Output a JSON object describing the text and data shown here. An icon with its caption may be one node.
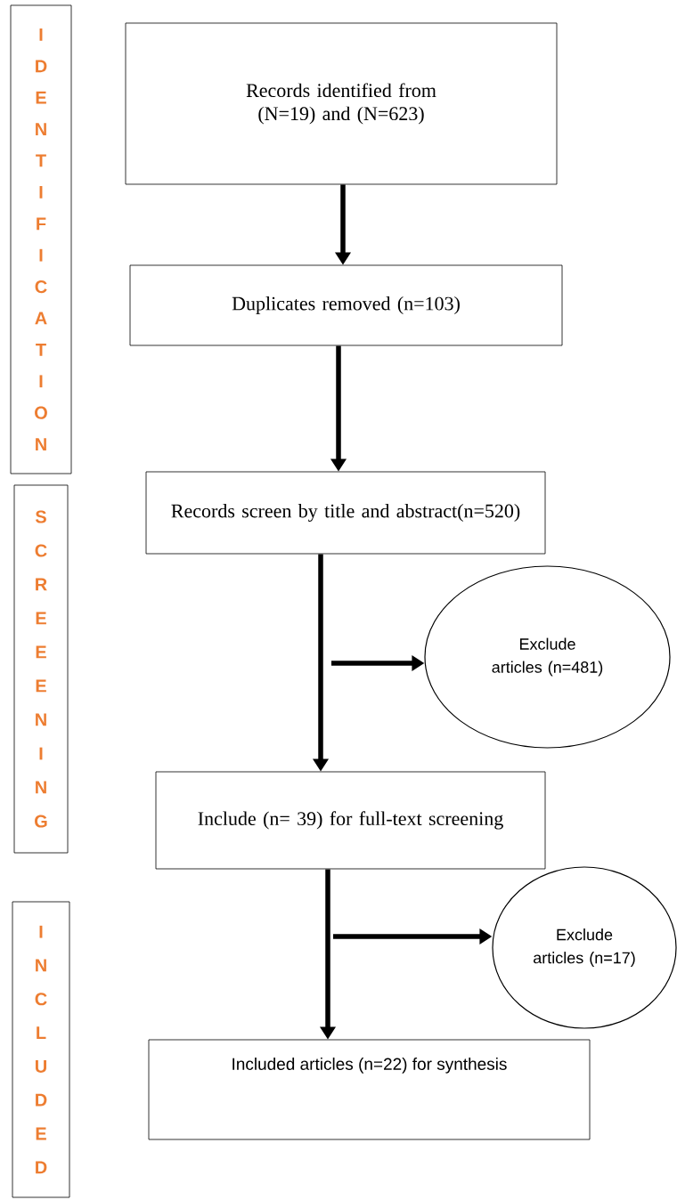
{
  "diagram": {
    "nodes": [
      {
        "text": [
          "I D E N T I F I C A T I O N"
        ]
      },
      {
        "text": [
          "Records identified from (N=19) and (N=623)"
        ]
      },
      {
        "text": [
          "Duplicates removed (n=103)"
        ]
      },
      {
        "text": [
          "S C R E E E N I N G"
        ]
      },
      {
        "text": [
          "Records screen by title and abstract(n=520)"
        ]
      },
      {
        "text": [
          "Exclude articles (n=481)"
        ]
      },
      {
        "text": [
          "Include (n= 39) for full-text screening"
        ]
      },
      {
        "text": [
          "I N C L U D E D"
        ]
      },
      {
        "text": [
          "Exclude articles (n=17)"
        ]
      },
      {
        "text": [
          "Included articles (n=22) for synthesis"
        ]
      }
    ],
    "edges": [
      {
        "from": 1,
        "to": 2,
        "arrow": "to"
      },
      {
        "from": 2,
        "to": 4,
        "arrow": "to"
      },
      {
        "from": 4,
        "to": 6,
        "arrow": "to"
      },
      {
        "from": null,
        "to": 5,
        "arrow": "to"
      },
      {
        "from": 6,
        "to": 9,
        "arrow": "to"
      },
      {
        "from": null,
        "to": 8,
        "arrow": "to"
      }
    ]
  }
}
